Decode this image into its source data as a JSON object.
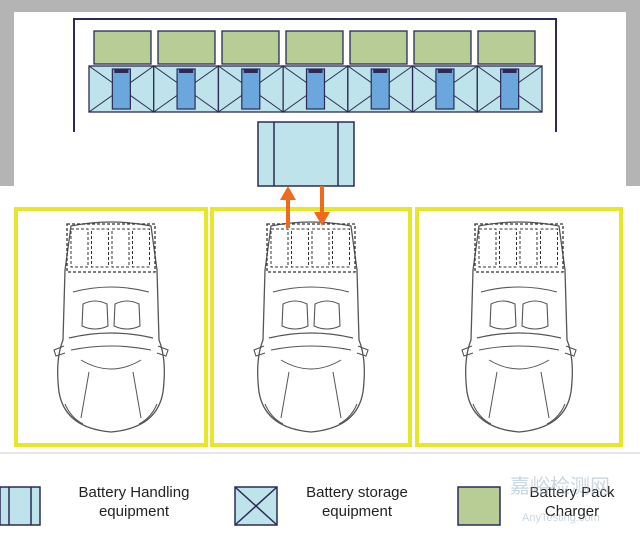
{
  "colors": {
    "building_gray": "#b4b4b4",
    "rack_line": "#2b2b55",
    "charger_fill": "#b8cc96",
    "storage_fill": "#bfe3ea",
    "slot_blue": "#6ba6dc",
    "handling_fill": "#bfe3ea",
    "bay_yellow": "#e6e62a",
    "arrow_orange": "#f06a1e",
    "car_line": "#555555"
  },
  "diagram": {
    "charger_count": 7,
    "storage_count": 7,
    "bay_count": 3,
    "active_bay": 1
  },
  "legend": {
    "handling": {
      "icon": "battery-handling-icon",
      "line1": "Battery Handling",
      "line2": "equipment"
    },
    "storage": {
      "icon": "battery-storage-icon",
      "line1": "Battery storage",
      "line2": "equipment"
    },
    "charger": {
      "icon": "battery-pack-charger-icon",
      "line1": "Battery Pack",
      "line2": "Charger"
    }
  },
  "watermark": {
    "text1": "嘉峪检测网",
    "text2": "AnyTesting.com"
  }
}
